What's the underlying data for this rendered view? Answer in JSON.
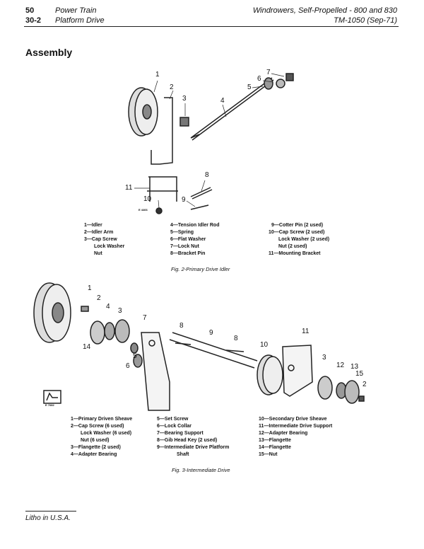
{
  "header": {
    "page_number": "50",
    "section": "Power Train",
    "subsection_number": "30-2",
    "subsection": "Platform Drive",
    "manual_title": "Windrowers, Self-Propelled  -  800 and 830",
    "manual_id": "TM-1050   (Sep-71)"
  },
  "heading": "Assembly",
  "fig2": {
    "image_code": "E 4466",
    "callouts": [
      "1",
      "2",
      "3",
      "4",
      "5",
      "6",
      "7",
      "8",
      "9",
      "10",
      "11"
    ],
    "legend_col1": [
      "1—Idler",
      "2—Idler Arm",
      "3—Cap Screw",
      "Lock Washer",
      "Nut"
    ],
    "legend_col2": [
      "4—Tension Idler Rod",
      "5—Spring",
      "6—Flat Washer",
      "7—Lock Nut",
      "8—Bracket Pin"
    ],
    "legend_col3": [
      "9—Cotter Pin (2 used)",
      "10—Cap Screw (2 used)",
      "Lock Washer (2 used)",
      "Nut (2 used)",
      "11—Mounting Bracket"
    ],
    "caption": "Fig. 2-Primary Drive Idler"
  },
  "fig3": {
    "image_code": "E 7682",
    "callouts": [
      "1",
      "2",
      "4",
      "3",
      "7",
      "8",
      "9",
      "8",
      "11",
      "10",
      "14",
      "5",
      "6",
      "3",
      "12",
      "13",
      "15",
      "2"
    ],
    "legend_col1": [
      "1—Primary Driven Sheave",
      "2—Cap Screw (6 used)",
      "Lock Washer (6 used)",
      "Nut (6 used)",
      "3—Flangette (2 used)",
      "4—Adapter Bearing"
    ],
    "legend_col2": [
      "5—Set Screw",
      "6—Lock Collar",
      "7—Bearing Support",
      "8—Gib Head Key (2 used)",
      "9—Intermediate Drive Platform",
      "Shaft"
    ],
    "legend_col3": [
      "10—Secondary Drive Sheave",
      "11—Intermediate Drive Support",
      "12—Adapter Bearing",
      "13—Flangette",
      "14—Flangette",
      "15—Nut"
    ],
    "caption": "Fig. 3-Intermediate Drive"
  },
  "footer": "Litho in U.S.A."
}
